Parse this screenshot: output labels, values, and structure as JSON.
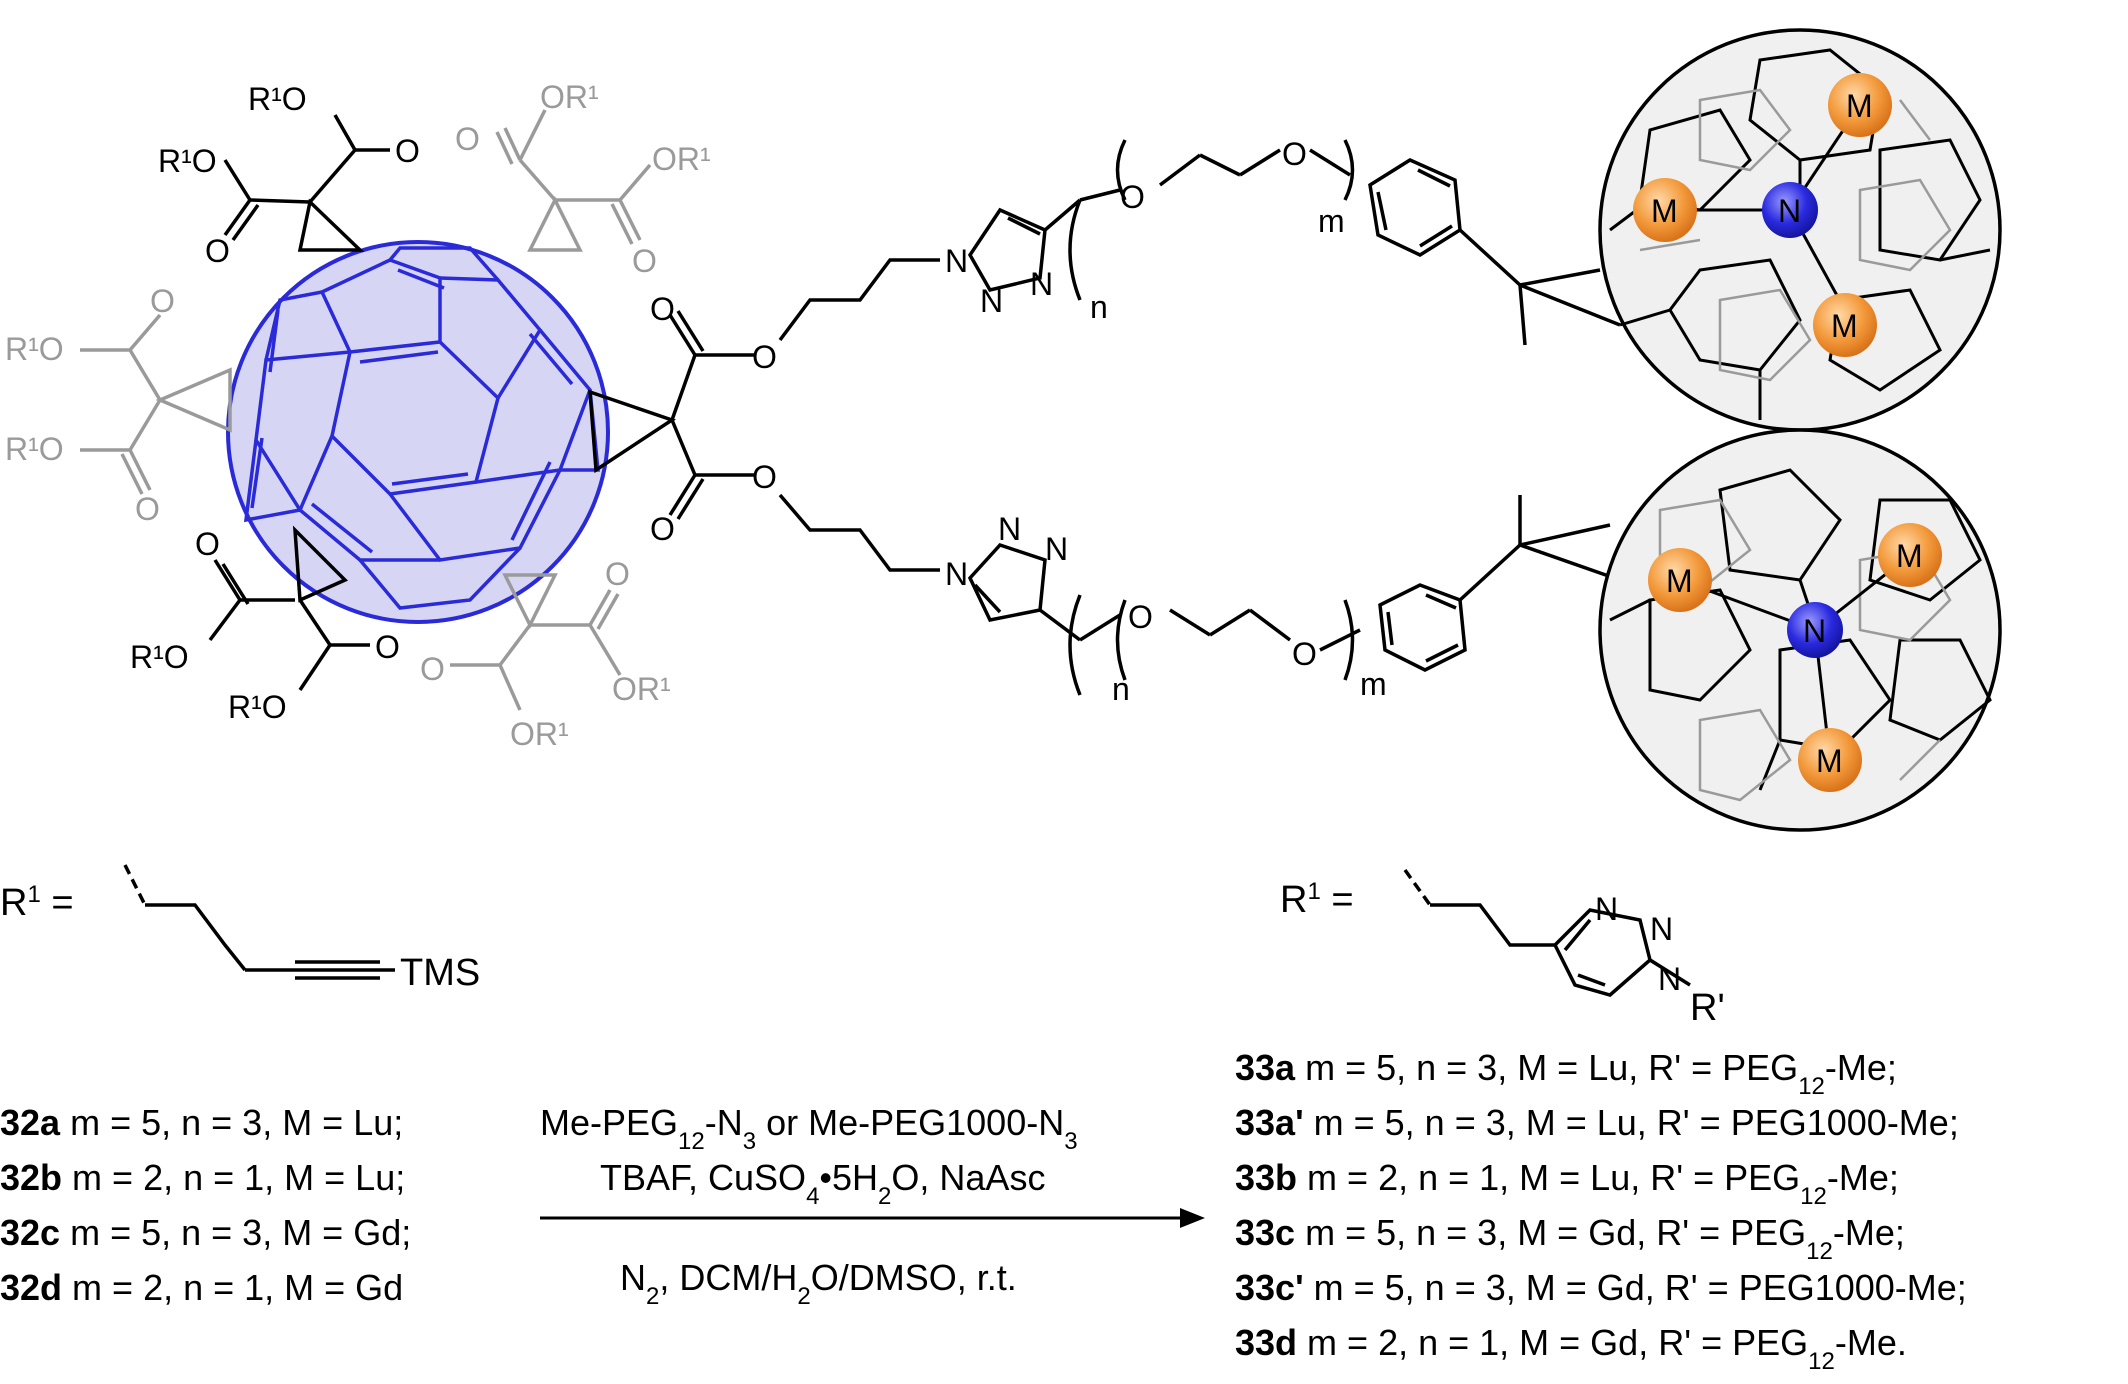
{
  "left_molecule": {
    "ester_labels": [
      "R¹O",
      "O",
      "O",
      "R¹O",
      "R¹O",
      "O",
      "O",
      "R¹O"
    ],
    "grey_ester_labels": [
      "OR¹",
      "O",
      "O",
      "OR¹",
      "R¹O",
      "O",
      "O",
      "R¹O",
      "O",
      "OR¹",
      "O",
      "OR¹"
    ],
    "linker_labels": {
      "o1": "O",
      "o2": "O",
      "o3": "O",
      "o4": "O",
      "n": "n",
      "m": "m",
      "triazole_top": [
        "N",
        "N",
        "N"
      ],
      "triazole_bottom": [
        "N",
        "N",
        "N"
      ],
      "ether_top": [
        "O",
        "O"
      ],
      "ether_bottom": [
        "O",
        "O"
      ]
    },
    "cage_atoms": {
      "metal": "M",
      "nitrogen": "N"
    }
  },
  "r1_left": {
    "prefix": "R",
    "sup": "1",
    "eq": " =",
    "group": "TMS"
  },
  "r1_right": {
    "prefix": "R",
    "sup": "1",
    "eq": " =",
    "n_atoms": [
      "N",
      "N",
      "N"
    ],
    "sub": "R'"
  },
  "reactants": [
    {
      "id": "32a",
      "text": " m = 5, n = 3, M = Lu;"
    },
    {
      "id": "32b",
      "text": " m = 2, n = 1, M = Lu;"
    },
    {
      "id": "32c",
      "text": " m = 5, n = 3, M = Gd;"
    },
    {
      "id": "32d",
      "text": " m = 2, n = 1, M = Gd"
    }
  ],
  "conditions": {
    "line1_a": "Me-PEG",
    "line1_sub1": "12",
    "line1_b": "-N",
    "line1_sub2": "3",
    "line1_c": " or Me-PEG1000-N",
    "line1_sub3": "3",
    "line2_a": "TBAF, CuSO",
    "line2_sub1": "4",
    "line2_b": "•5H",
    "line2_sub2": "2",
    "line2_c": "O, NaAsc",
    "line3_a": "N",
    "line3_sub1": "2",
    "line3_b": ", DCM/H",
    "line3_sub2": "2",
    "line3_c": "O/DMSO, r.t."
  },
  "products": [
    {
      "id": "33a",
      "a": " m = 5, n = 3, M = Lu, R' = PEG",
      "sub": "12",
      "b": "-Me;"
    },
    {
      "id": "33a'",
      "a": " m = 5, n = 3, M = Lu, R' = PEG1000-Me;",
      "sub": "",
      "b": ""
    },
    {
      "id": "33b",
      "a": " m = 2, n = 1, M = Lu, R' = PEG",
      "sub": "12",
      "b": "-Me;"
    },
    {
      "id": "33c",
      "a": " m = 5, n = 3, M = Gd, R' = PEG",
      "sub": "12",
      "b": "-Me;"
    },
    {
      "id": "33c'",
      "a": " m = 5, n = 3, M = Gd, R' = PEG1000-Me;",
      "sub": "",
      "b": ""
    },
    {
      "id": "33d",
      "a": " m = 2, n = 1, M = Gd, R' = PEG",
      "sub": "12",
      "b": "-Me."
    }
  ],
  "colors": {
    "c60": "#2a2ad8",
    "c60_fill": "#d6d6f4",
    "metal": "#f39a3c",
    "nitrogen": "#2a2ae0",
    "grey": "#9a9a9a",
    "cage_fill": "#f0f0f0"
  }
}
